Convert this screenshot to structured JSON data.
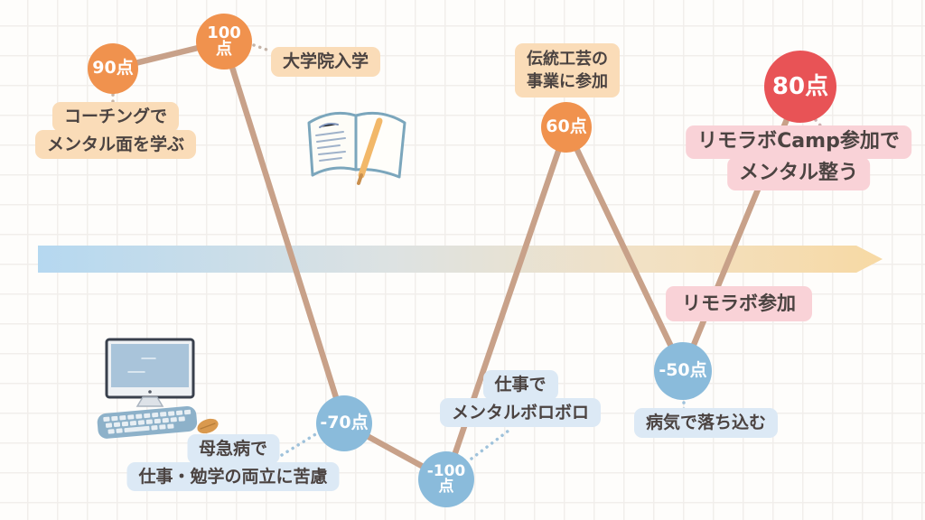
{
  "nodes": [
    {
      "score": 90,
      "lines": [
        "90点"
      ],
      "color": "#F0924E"
    },
    {
      "score": 100,
      "lines": [
        "100",
        "点"
      ],
      "color": "#F0924E"
    },
    {
      "score": -70,
      "lines": [
        "-70点"
      ],
      "color": "#8ABBDB"
    },
    {
      "score": -100,
      "lines": [
        "-100",
        "点"
      ],
      "color": "#8ABBDB"
    },
    {
      "score": 60,
      "lines": [
        "60点"
      ],
      "color": "#F0924E"
    },
    {
      "score": -50,
      "lines": [
        "-50点"
      ],
      "color": "#8ABBDB"
    },
    {
      "score": 80,
      "lines": [
        "80点"
      ],
      "color": "#E85356"
    }
  ],
  "labels": {
    "coaching": {
      "lines": [
        "コーチングで",
        "メンタル面を学ぶ"
      ],
      "bg": "#FADCB8"
    },
    "grad_school": {
      "lines": [
        "大学院入学"
      ],
      "bg": "#FADCB8"
    },
    "craft": {
      "lines": [
        "伝統工芸の",
        "事業に参加"
      ],
      "bg": "#FADCB8"
    },
    "camp": {
      "lines": [
        "リモラボCamp参加で",
        "メンタル整う"
      ],
      "bg": "#F9D2D7"
    },
    "remolab_join": {
      "lines": [
        "リモラボ参加"
      ],
      "bg": "#F9D2D7"
    },
    "mother_illness": {
      "lines": [
        "母急病で",
        "仕事・勉学の両立に苦慮"
      ],
      "bg": "#DCE9F5"
    },
    "work_mental": {
      "lines": [
        "仕事で",
        "メンタルボロボロ"
      ],
      "bg": "#DCE9F5"
    },
    "sick": {
      "lines": [
        "病気で落ち込む"
      ],
      "bg": "#DCE9F5"
    }
  },
  "colors": {
    "node_positive": "#F0924E",
    "node_negative": "#8ABBDB",
    "node_highlight": "#E85356",
    "trend_line": "#C8A189",
    "tag_orange": "#FADCB8",
    "tag_pink": "#F9D2D7",
    "tag_blue": "#DCE9F5",
    "text": "#4B4341",
    "arrow_start": "#B5D8F0",
    "arrow_end": "#F7D9A4",
    "grid_line": "#F1EEEB",
    "background": "#FEFDFB"
  },
  "illustrations": {
    "notebook": "open-notebook-with-pen",
    "computer": "desktop-computer-with-keyboard-and-mouse"
  },
  "chart_data": {
    "type": "line",
    "points": [
      {
        "x": 1,
        "score": 90,
        "label": "90点",
        "event": "コーチングでメンタル面を学ぶ"
      },
      {
        "x": 2,
        "score": 100,
        "label": "100点",
        "event": "大学院入学"
      },
      {
        "x": 3,
        "score": -70,
        "label": "-70点",
        "event": "母急病で仕事・勉学の両立に苦慮"
      },
      {
        "x": 4,
        "score": -100,
        "label": "-100点",
        "event": "仕事でメンタルボロボロ"
      },
      {
        "x": 5,
        "score": 60,
        "label": "60点",
        "event": "伝統工芸の事業に参加"
      },
      {
        "x": 6,
        "score": -50,
        "label": "-50点",
        "event": "病気で落ち込む"
      },
      {
        "x": 7,
        "score": 80,
        "label": "80点",
        "event": "リモラボCamp参加でメンタル整う"
      }
    ],
    "timeline_annotation": "リモラボ参加",
    "ylim": [
      -100,
      100
    ],
    "xlabel": "",
    "ylabel": "",
    "legend": false,
    "grid": "graph-paper background"
  }
}
